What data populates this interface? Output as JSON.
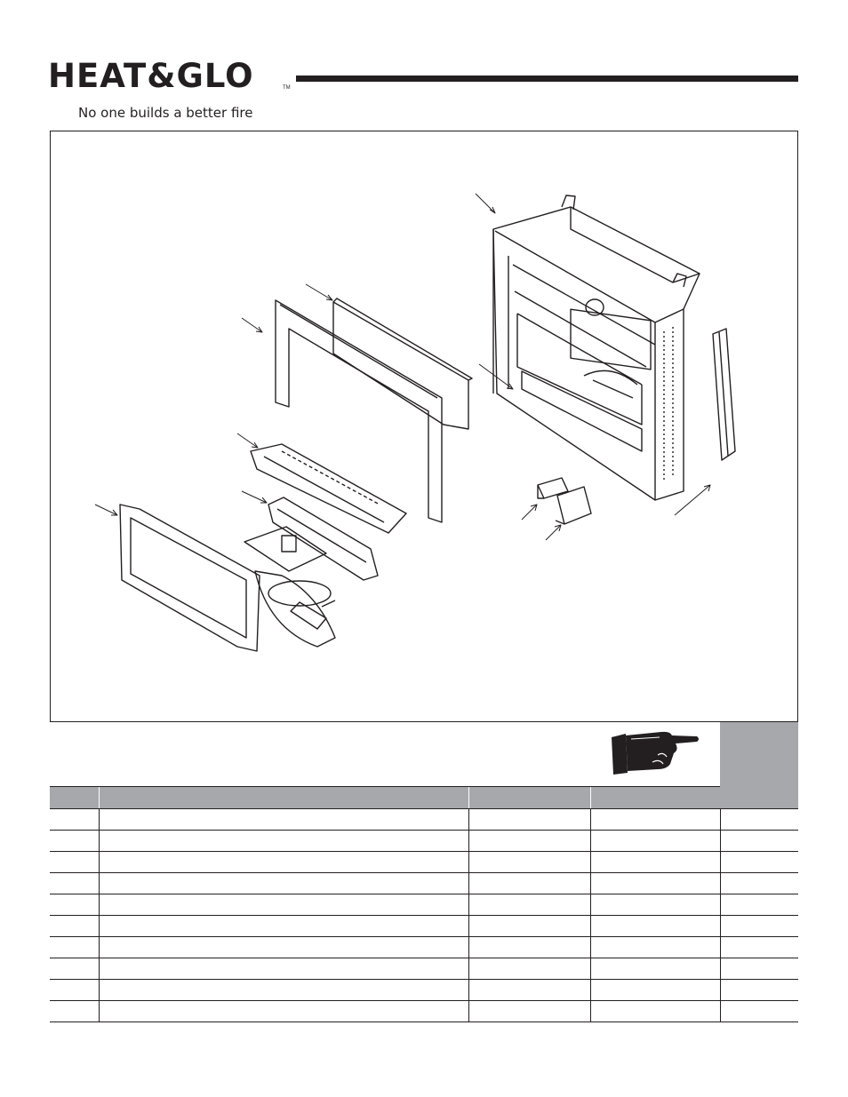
{
  "brand": {
    "logo_text": "HEAT&GLO",
    "trademark": "TM",
    "tagline": "No one builds a better fire"
  },
  "parts_table": {
    "headers": [
      "",
      "",
      "",
      "",
      ""
    ],
    "rows": [
      [
        "",
        "",
        "",
        "",
        ""
      ],
      [
        "",
        "",
        "",
        "",
        ""
      ],
      [
        "",
        "",
        "",
        "",
        ""
      ],
      [
        "",
        "",
        "",
        "",
        ""
      ],
      [
        "",
        "",
        "",
        "",
        ""
      ],
      [
        "",
        "",
        "",
        "",
        ""
      ],
      [
        "",
        "",
        "",
        "",
        ""
      ],
      [
        "",
        "",
        "",
        "",
        ""
      ],
      [
        "",
        "",
        "",
        "",
        ""
      ],
      [
        "",
        "",
        "",
        "",
        ""
      ]
    ]
  }
}
